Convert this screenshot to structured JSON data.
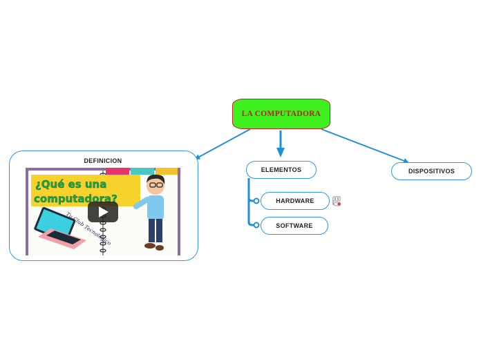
{
  "map": {
    "root": {
      "label": "LA COMPUTADORA"
    },
    "definicion": {
      "label": "DEFINICION",
      "video": {
        "title_line1": "¿Qué es una",
        "title_line2": "computadora?",
        "channel": "Tu Club Tecnologico"
      }
    },
    "elementos": {
      "label": "ELEMENTOS",
      "children": [
        {
          "label": "HARDWARE"
        },
        {
          "label": "SOFTWARE"
        }
      ]
    },
    "dispositivos": {
      "label": "DISPOSITIVOS"
    }
  },
  "colors": {
    "root_fill": "#3ef01e",
    "root_text": "#c9162b",
    "connector": "#1f8fd6",
    "node_border": "#2e9ad9"
  },
  "icons": [
    "play-icon",
    "attachment-icon",
    "toggle-icon"
  ]
}
